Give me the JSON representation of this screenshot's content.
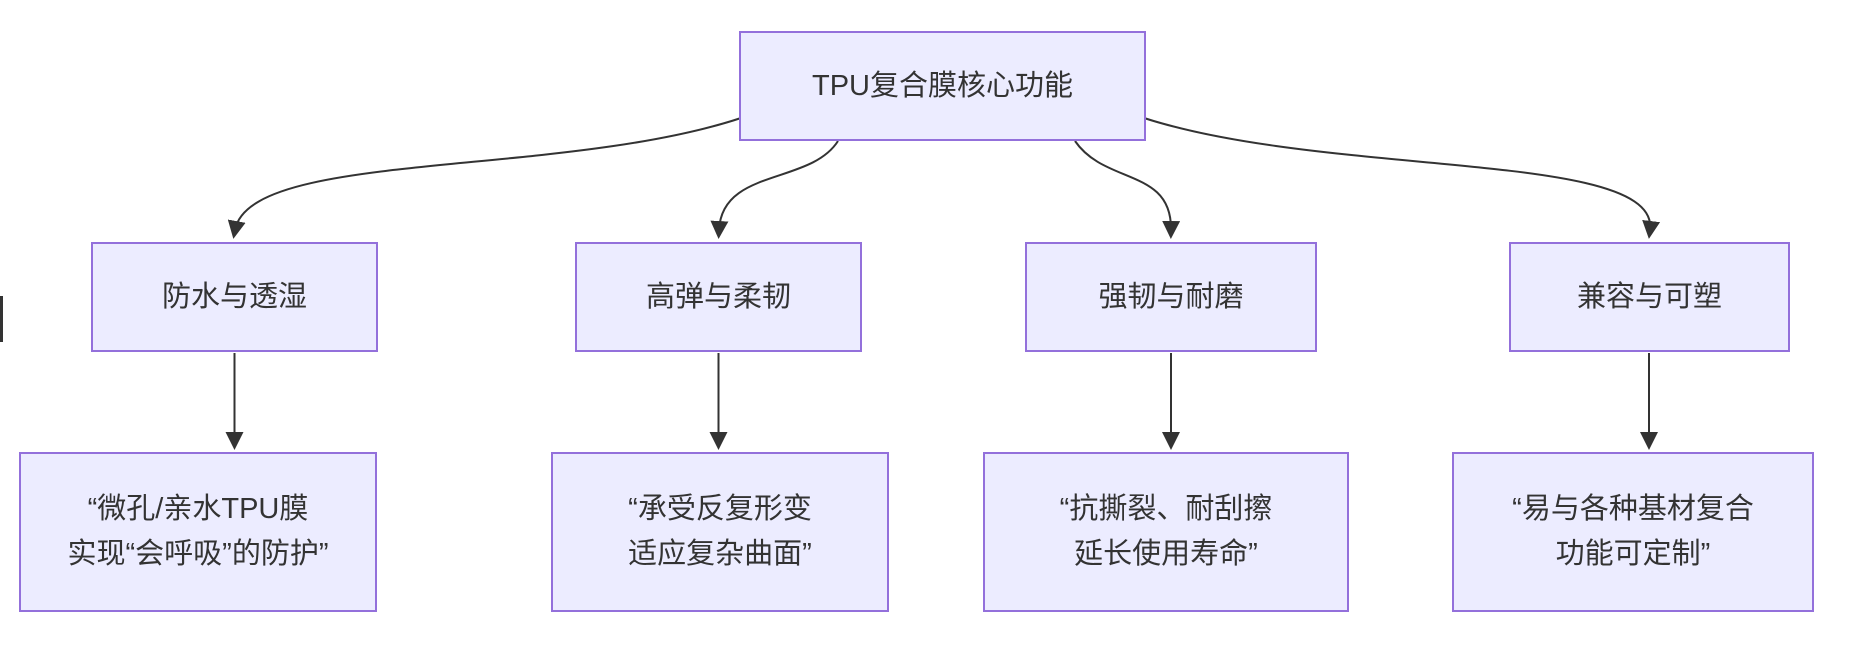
{
  "diagram": {
    "title_node": {
      "label": "TPU复合膜核心功能"
    },
    "branches": [
      {
        "label": "防水与透湿",
        "quote_line1": "“微孔/亲水TPU膜",
        "quote_line2": "实现“会呼吸”的防护”"
      },
      {
        "label": "高弹与柔韧",
        "quote_line1": "“承受反复形变",
        "quote_line2": "适应复杂曲面”"
      },
      {
        "label": "强韧与耐磨",
        "quote_line1": "“抗撕裂、耐刮擦",
        "quote_line2": "延长使用寿命”"
      },
      {
        "label": "兼容与可塑",
        "quote_line1": "“易与各种基材复合",
        "quote_line2": "功能可定制”"
      }
    ],
    "edges": [
      {
        "from": "TPU复合膜核心功能",
        "to": "防水与透湿"
      },
      {
        "from": "TPU复合膜核心功能",
        "to": "高弹与柔韧"
      },
      {
        "from": "TPU复合膜核心功能",
        "to": "强韧与耐磨"
      },
      {
        "from": "TPU复合膜核心功能",
        "to": "兼容与可塑"
      },
      {
        "from": "防水与透湿",
        "to": "“微孔/亲水TPU膜 实现“会呼吸”的防护”"
      },
      {
        "from": "高弹与柔韧",
        "to": "“承受反复形变 适应复杂曲面”"
      },
      {
        "from": "强韧与耐磨",
        "to": "“抗撕裂、耐刮擦 延长使用寿命”"
      },
      {
        "from": "兼容与可塑",
        "to": "“易与各种基材复合 功能可定制”"
      }
    ],
    "colors": {
      "node_fill": "#ECECFF",
      "node_border": "#9370DB",
      "node_text": "#333333",
      "edge_stroke": "#333333",
      "background": "#FFFFFF"
    }
  }
}
